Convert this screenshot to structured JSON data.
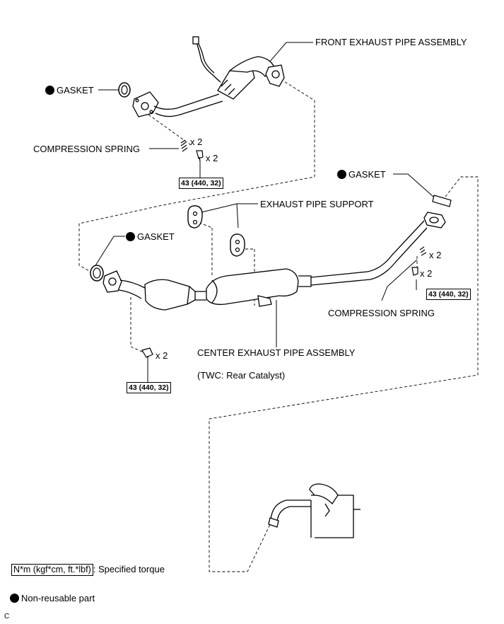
{
  "callouts": {
    "front_exhaust_pipe": "FRONT EXHAUST PIPE ASSEMBLY",
    "gasket_upper": "GASKET",
    "compression_spring_upper": "COMPRESSION SPRING",
    "qty_spring_upper": "x 2",
    "qty_bolt_upper": "x 2",
    "torque_upper": "43 (440, 32)",
    "gasket_right": "GASKET",
    "exhaust_pipe_support": "EXHAUST PIPE SUPPORT",
    "gasket_center": "GASKET",
    "qty_spring_right": "x 2",
    "qty_bolt_right": "x 2",
    "torque_right": "43 (440, 32)",
    "compression_spring_right": "COMPRESSION SPRING",
    "center_exhaust_pipe": "CENTER EXHAUST PIPE ASSEMBLY",
    "twc_note": "(TWC: Rear Catalyst)",
    "qty_bolt_lower": "x 2",
    "torque_lower": "43 (440, 32)"
  },
  "legend": {
    "torque_unit": "N*m (kgf*cm, ft.*lbf)",
    "torque_desc": ": Specified torque",
    "non_reusable": "Non-reusable part"
  },
  "corner_code": "C"
}
